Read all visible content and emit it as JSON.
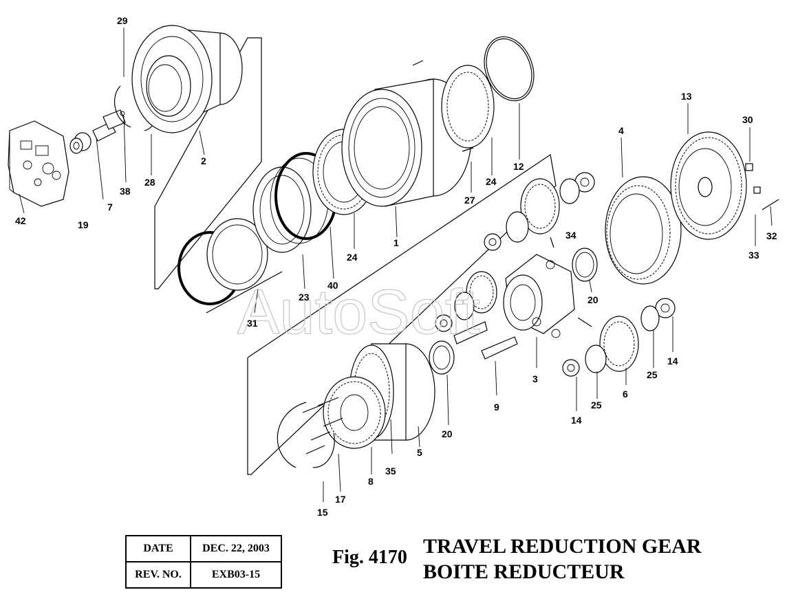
{
  "watermark": "AutoSoft",
  "callouts": [
    "1",
    "2",
    "3",
    "4",
    "5",
    "6",
    "7",
    "8",
    "9",
    "12",
    "13",
    "14",
    "15",
    "17",
    "19",
    "20",
    "23",
    "24",
    "25",
    "27",
    "28",
    "29",
    "30",
    "31",
    "32",
    "33",
    "34",
    "35",
    "38",
    "40",
    "42"
  ],
  "info_table": {
    "date_label": "DATE",
    "date_value": "DEC. 22, 2003",
    "rev_label": "REV. NO.",
    "rev_value": "EXB03-15"
  },
  "figure": {
    "number": "Fig. 4170",
    "title_en": "TRAVEL REDUCTION GEAR",
    "title_fr": "BOITE REDUCTEUR"
  }
}
